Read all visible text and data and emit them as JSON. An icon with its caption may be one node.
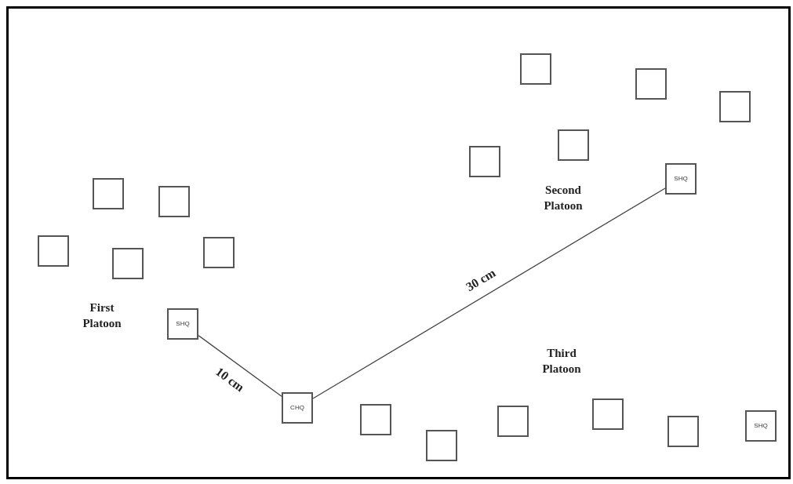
{
  "diagram": {
    "nodes": [
      {
        "text": [],
        "shape": "box"
      },
      {
        "text": [],
        "shape": "box"
      },
      {
        "text": [],
        "shape": "box"
      },
      {
        "text": [],
        "shape": "box"
      },
      {
        "text": [],
        "shape": "box"
      },
      {
        "text": [
          "SHQ"
        ]
      },
      {
        "text": [],
        "shape": "box"
      },
      {
        "text": [],
        "shape": "box"
      },
      {
        "text": [],
        "shape": "box"
      },
      {
        "text": [],
        "shape": "box"
      },
      {
        "text": [],
        "shape": "box"
      },
      {
        "text": [
          "SHQ"
        ]
      },
      {
        "text": [
          "CHQ"
        ]
      },
      {
        "text": [],
        "shape": "box"
      },
      {
        "text": [],
        "shape": "box"
      },
      {
        "text": [],
        "shape": "box"
      },
      {
        "text": [
          "SHQ"
        ]
      },
      {
        "text": [],
        "shape": "box"
      },
      {
        "text": [],
        "shape": "box"
      }
    ],
    "edges": [
      {
        "from": 11,
        "to": 12,
        "arrow": "none",
        "label": "10 cm"
      },
      {
        "from": 12,
        "to": 5,
        "arrow": "none",
        "label": "30 cm"
      }
    ],
    "labels": [
      "Second Platoon",
      "First Platoon",
      "Third Platoon"
    ]
  }
}
